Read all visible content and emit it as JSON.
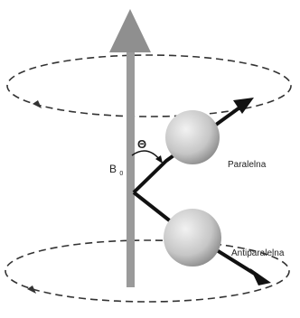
{
  "labels": {
    "field": "B",
    "field_subscript": "0",
    "angle": "Θ",
    "parallel": "Paralelna",
    "antiparallel": "Antiparalelna"
  },
  "colors": {
    "axis": "#9a9a9a",
    "axis_head": "#8f8f8f",
    "vector": "#111111",
    "orbit": "#333333",
    "sphere_light": "#f2f2f2",
    "sphere_dark": "#8a8a8a"
  },
  "icons": {
    "field_axis": "up-arrow",
    "particle": "sphere",
    "spin_vector": "arrow"
  }
}
